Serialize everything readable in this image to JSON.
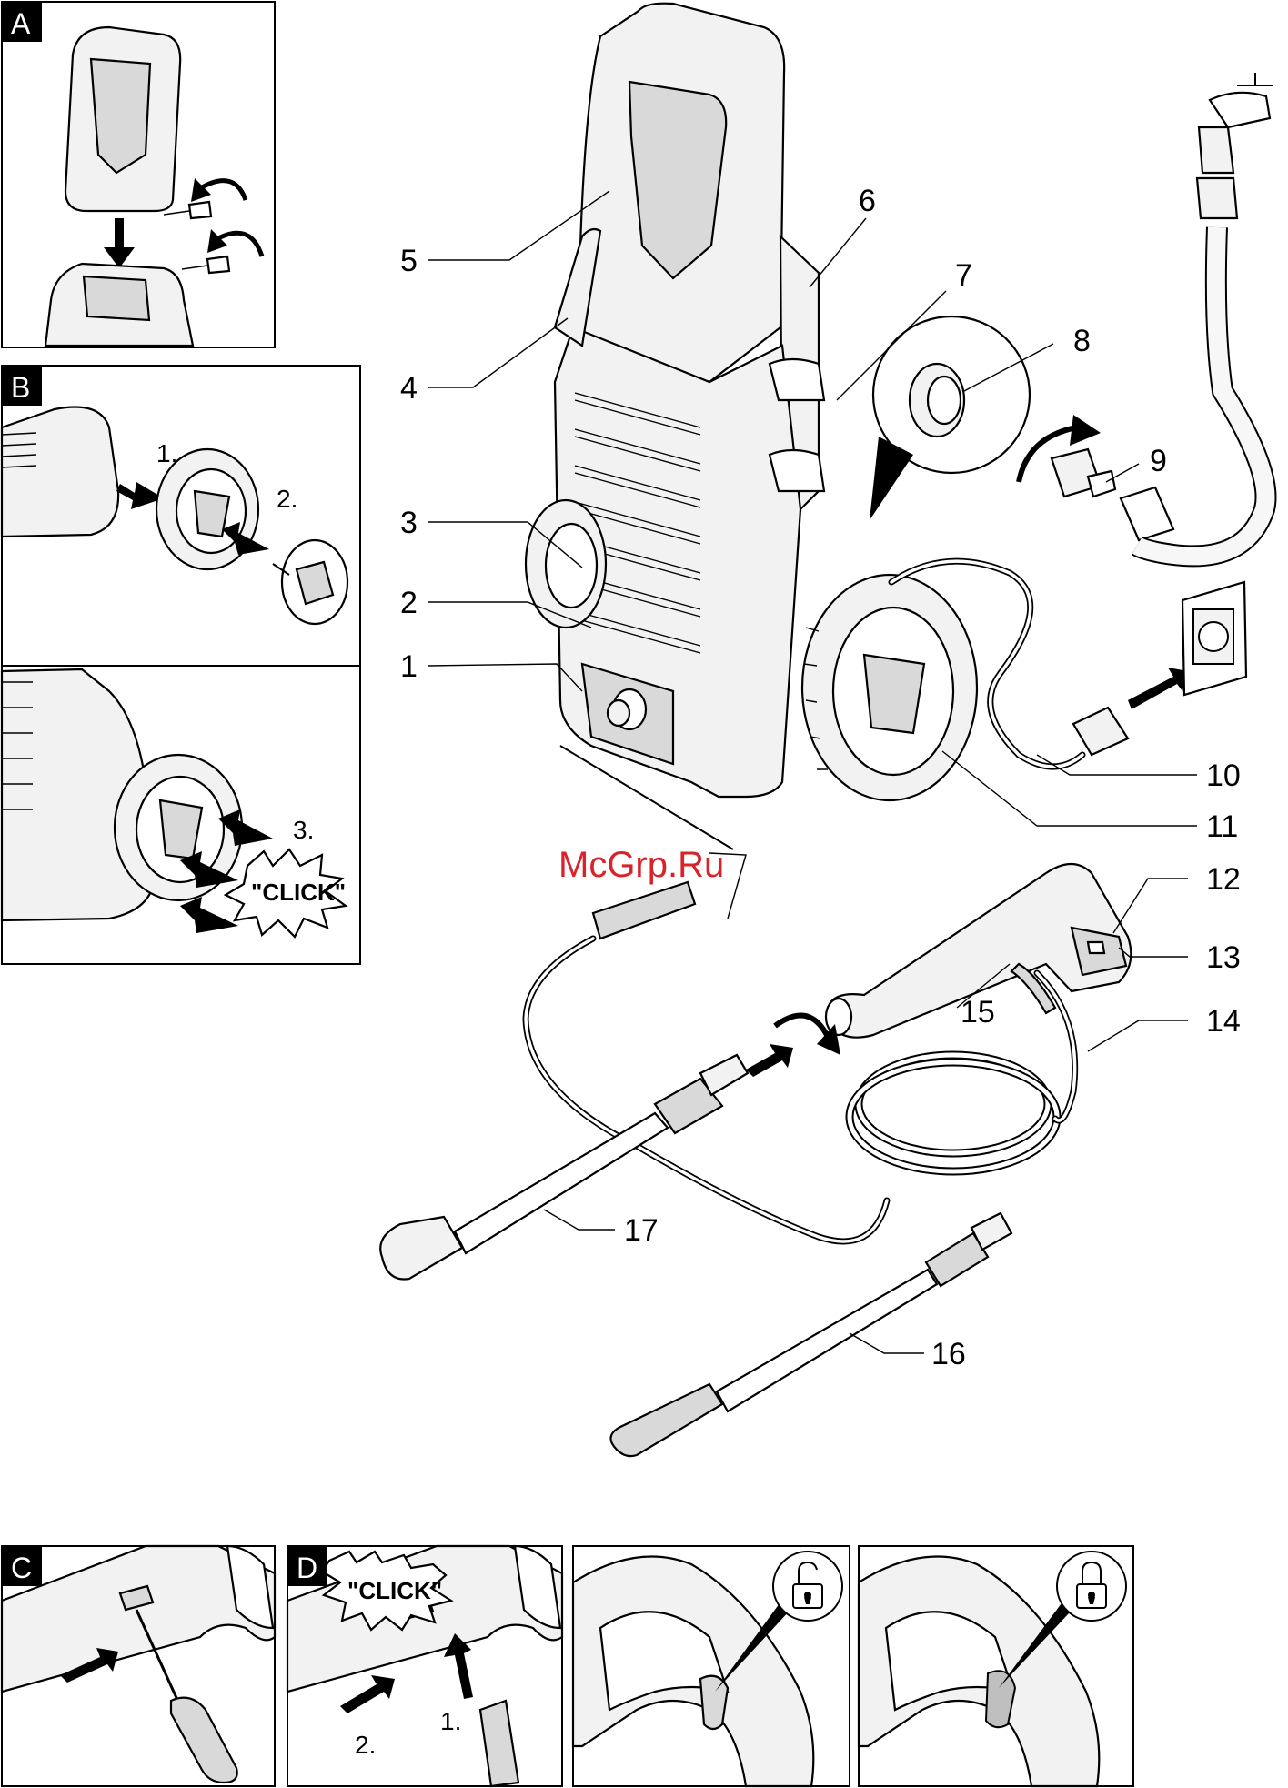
{
  "panels": {
    "a": "A",
    "b": "B",
    "c": "C",
    "d": "D"
  },
  "steps": {
    "b1": "1.",
    "b2": "2.",
    "b3": "3.",
    "d1": "1.",
    "d2": "2."
  },
  "click_texts": {
    "b": "\"CLICK\"",
    "d": "\"CLICK\""
  },
  "watermark": "McGrp.Ru",
  "callouts": [
    "1",
    "2",
    "3",
    "4",
    "5",
    "6",
    "7",
    "8",
    "9",
    "10",
    "11",
    "12",
    "13",
    "14",
    "15",
    "16",
    "17"
  ],
  "icons": [
    "unlock-icon",
    "lock-icon"
  ]
}
